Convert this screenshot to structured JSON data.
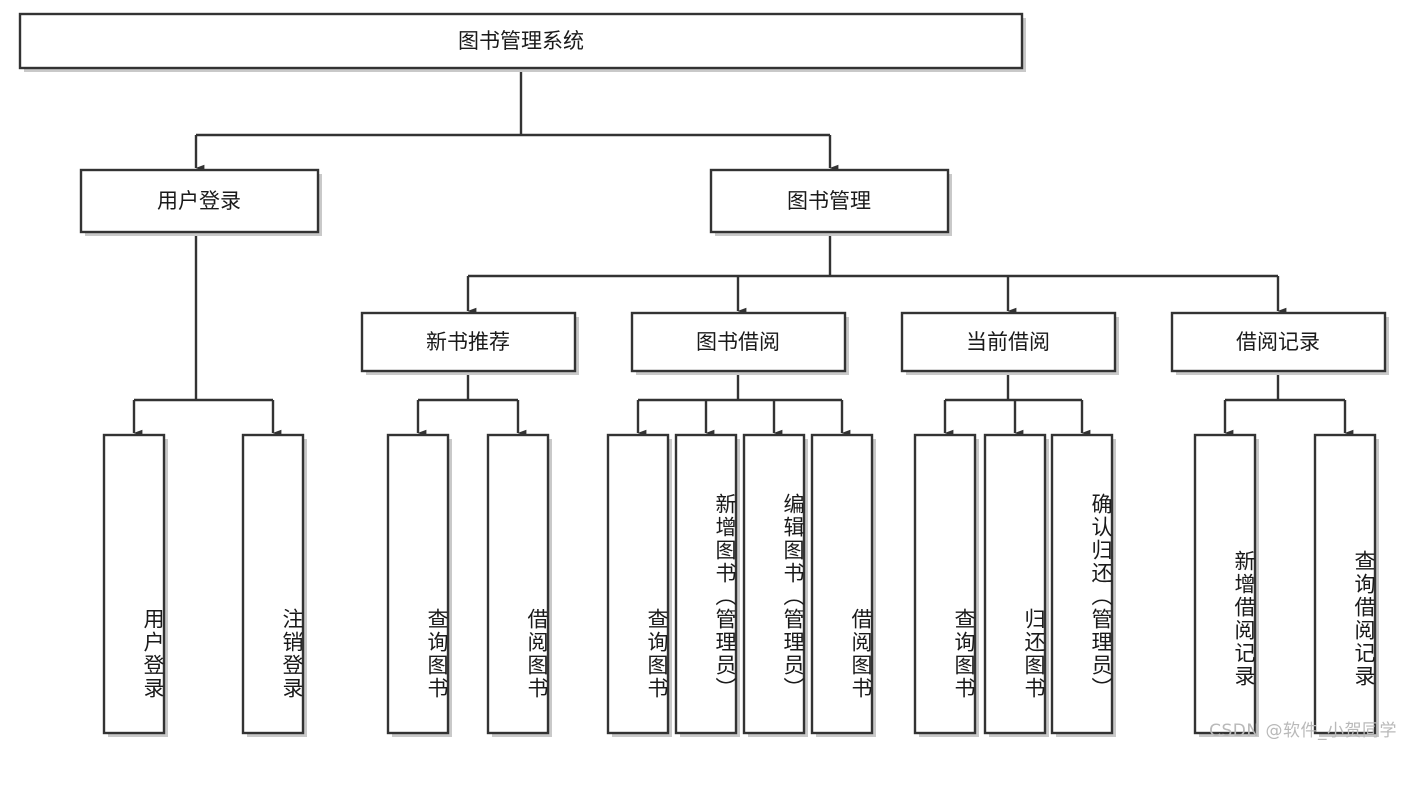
{
  "diagram": {
    "title": "图书管理系统",
    "type": "hierarchy-tree",
    "root": {
      "label": "图书管理系统",
      "orientation": "horizontal"
    },
    "level1": [
      {
        "label": "用户登录",
        "orientation": "horizontal"
      },
      {
        "label": "图书管理",
        "orientation": "horizontal"
      }
    ],
    "level2": [
      {
        "label": "新书推荐",
        "orientation": "horizontal",
        "parent": "图书管理"
      },
      {
        "label": "图书借阅",
        "orientation": "horizontal",
        "parent": "图书管理"
      },
      {
        "label": "当前借阅",
        "orientation": "horizontal",
        "parent": "图书管理"
      },
      {
        "label": "借阅记录",
        "orientation": "horizontal",
        "parent": "图书管理"
      }
    ],
    "leaves": {
      "user_login": [
        {
          "label": "用户登录",
          "orientation": "vertical"
        },
        {
          "label": "注销登录",
          "orientation": "vertical"
        }
      ],
      "new_book_recommend": [
        {
          "label": "查询图书",
          "orientation": "vertical"
        },
        {
          "label": "借阅图书",
          "orientation": "vertical"
        }
      ],
      "book_borrow": [
        {
          "label": "查询图书",
          "orientation": "vertical"
        },
        {
          "label": "新增图书（管理员）",
          "orientation": "vertical"
        },
        {
          "label": "编辑图书（管理员）",
          "orientation": "vertical"
        },
        {
          "label": "借阅图书",
          "orientation": "vertical"
        }
      ],
      "current_borrow": [
        {
          "label": "查询图书",
          "orientation": "vertical"
        },
        {
          "label": "归还图书",
          "orientation": "vertical"
        },
        {
          "label": "确认归还（管理员）",
          "orientation": "vertical"
        }
      ],
      "borrow_record": [
        {
          "label": "新增借阅记录",
          "orientation": "vertical"
        },
        {
          "label": "查询借阅记录",
          "orientation": "vertical"
        }
      ]
    },
    "watermark": "CSDN @软件_小贺同学",
    "colors": {
      "stroke": "#333333",
      "fill": "#ffffff",
      "text": "#1a1a1a",
      "shadow": "#c9c9c9",
      "watermark": "#b9b9b9"
    }
  }
}
